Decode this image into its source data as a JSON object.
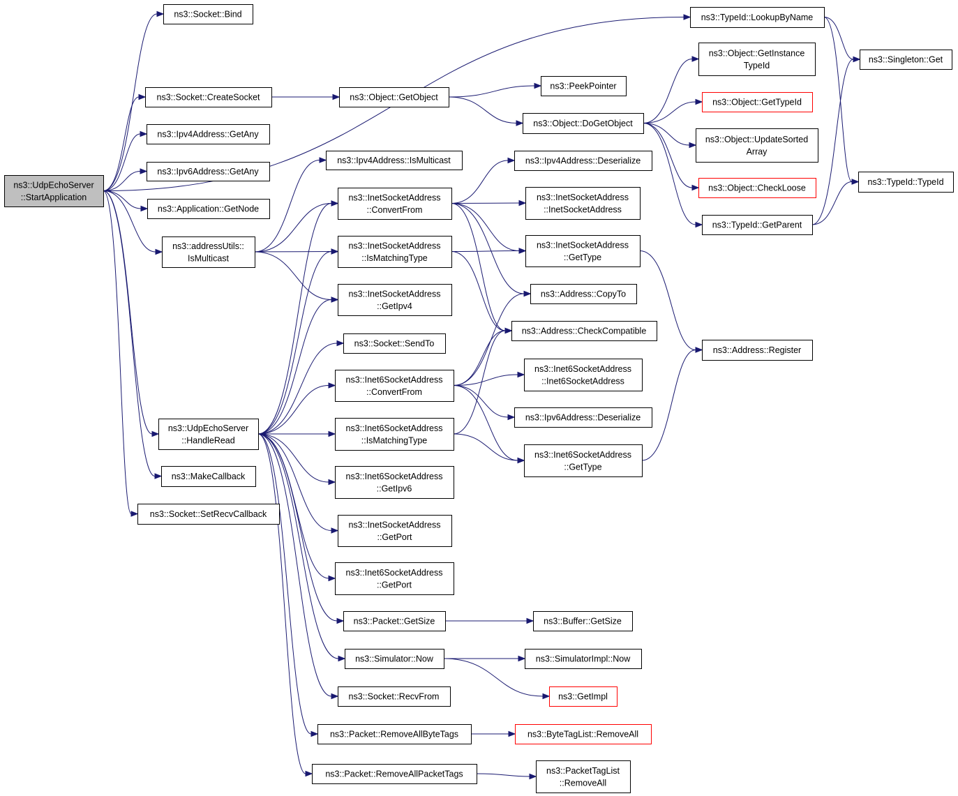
{
  "graph": {
    "colors": {
      "edge": "#191970",
      "root_fill": "#bfbfbf",
      "truncated_border": "#ff0000",
      "node_border": "#000000"
    },
    "nodes": [
      {
        "id": "root",
        "lines": [
          "ns3::UdpEchoServer",
          "::StartApplication"
        ],
        "root": true
      },
      {
        "id": "bind",
        "lines": [
          "ns3::Socket::Bind"
        ]
      },
      {
        "id": "lookup",
        "lines": [
          "ns3::TypeId::LookupByName"
        ]
      },
      {
        "id": "createsocket",
        "lines": [
          "ns3::Socket::CreateSocket"
        ]
      },
      {
        "id": "getobject",
        "lines": [
          "ns3::Object::GetObject"
        ]
      },
      {
        "id": "peekpointer",
        "lines": [
          "ns3::PeekPointer"
        ]
      },
      {
        "id": "dogetobject",
        "lines": [
          "ns3::Object::DoGetObject"
        ]
      },
      {
        "id": "getinstancetypeid",
        "lines": [
          "ns3::Object::GetInstance",
          "TypeId"
        ]
      },
      {
        "id": "objgettypeid",
        "lines": [
          "ns3::Object::GetTypeId"
        ],
        "truncated": true
      },
      {
        "id": "updatesorted",
        "lines": [
          "ns3::Object::UpdateSorted",
          "Array"
        ]
      },
      {
        "id": "checkloose",
        "lines": [
          "ns3::Object::CheckLoose"
        ],
        "truncated": true
      },
      {
        "id": "getparent",
        "lines": [
          "ns3::TypeId::GetParent"
        ]
      },
      {
        "id": "singletonget",
        "lines": [
          "ns3::Singleton::Get"
        ]
      },
      {
        "id": "typeidtypeid",
        "lines": [
          "ns3::TypeId::TypeId"
        ]
      },
      {
        "id": "ipv4getany",
        "lines": [
          "ns3::Ipv4Address::GetAny"
        ]
      },
      {
        "id": "ipv6getany",
        "lines": [
          "ns3::Ipv6Address::GetAny"
        ]
      },
      {
        "id": "appgetnode",
        "lines": [
          "ns3::Application::GetNode"
        ]
      },
      {
        "id": "addrismulticast",
        "lines": [
          "ns3::addressUtils::",
          "IsMulticast"
        ]
      },
      {
        "id": "ipv4ismulticast",
        "lines": [
          "ns3::Ipv4Address::IsMulticast"
        ]
      },
      {
        "id": "inetconvertfrom",
        "lines": [
          "ns3::InetSocketAddress",
          "::ConvertFrom"
        ]
      },
      {
        "id": "inetismatching",
        "lines": [
          "ns3::InetSocketAddress",
          "::IsMatchingType"
        ]
      },
      {
        "id": "inetgetipv4",
        "lines": [
          "ns3::InetSocketAddress",
          "::GetIpv4"
        ]
      },
      {
        "id": "sendto",
        "lines": [
          "ns3::Socket::SendTo"
        ]
      },
      {
        "id": "inet6convertfrom",
        "lines": [
          "ns3::Inet6SocketAddress",
          "::ConvertFrom"
        ]
      },
      {
        "id": "inet6ismatching",
        "lines": [
          "ns3::Inet6SocketAddress",
          "::IsMatchingType"
        ]
      },
      {
        "id": "inet6getipv6",
        "lines": [
          "ns3::Inet6SocketAddress",
          "::GetIpv6"
        ]
      },
      {
        "id": "inetgetport",
        "lines": [
          "ns3::InetSocketAddress",
          "::GetPort"
        ]
      },
      {
        "id": "inet6getport",
        "lines": [
          "ns3::Inet6SocketAddress",
          "::GetPort"
        ]
      },
      {
        "id": "packetgetsize",
        "lines": [
          "ns3::Packet::GetSize"
        ]
      },
      {
        "id": "simnow",
        "lines": [
          "ns3::Simulator::Now"
        ]
      },
      {
        "id": "recvfrom",
        "lines": [
          "ns3::Socket::RecvFrom"
        ]
      },
      {
        "id": "removebytetags",
        "lines": [
          "ns3::Packet::RemoveAllByteTags"
        ]
      },
      {
        "id": "removepackettags",
        "lines": [
          "ns3::Packet::RemoveAllPacketTags"
        ]
      },
      {
        "id": "handleread",
        "lines": [
          "ns3::UdpEchoServer",
          "::HandleRead"
        ]
      },
      {
        "id": "makecallback",
        "lines": [
          "ns3::MakeCallback"
        ]
      },
      {
        "id": "setrecvcallback",
        "lines": [
          "ns3::Socket::SetRecvCallback"
        ]
      },
      {
        "id": "ipv4deserialize",
        "lines": [
          "ns3::Ipv4Address::Deserialize"
        ]
      },
      {
        "id": "inetinet",
        "lines": [
          "ns3::InetSocketAddress",
          "::InetSocketAddress"
        ]
      },
      {
        "id": "inetgettype",
        "lines": [
          "ns3::InetSocketAddress",
          "::GetType"
        ]
      },
      {
        "id": "copyto",
        "lines": [
          "ns3::Address::CopyTo"
        ]
      },
      {
        "id": "checkcompatible",
        "lines": [
          "ns3::Address::CheckCompatible"
        ]
      },
      {
        "id": "inet6inet6",
        "lines": [
          "ns3::Inet6SocketAddress",
          "::Inet6SocketAddress"
        ]
      },
      {
        "id": "ipv6deserialize",
        "lines": [
          "ns3::Ipv6Address::Deserialize"
        ]
      },
      {
        "id": "inet6gettype",
        "lines": [
          "ns3::Inet6SocketAddress",
          "::GetType"
        ]
      },
      {
        "id": "register",
        "lines": [
          "ns3::Address::Register"
        ]
      },
      {
        "id": "buffergetsize",
        "lines": [
          "ns3::Buffer::GetSize"
        ]
      },
      {
        "id": "simimplnow",
        "lines": [
          "ns3::SimulatorImpl::Now"
        ]
      },
      {
        "id": "getimpl",
        "lines": [
          "ns3::GetImpl"
        ],
        "truncated": true
      },
      {
        "id": "bytetaglistremove",
        "lines": [
          "ns3::ByteTagList::RemoveAll"
        ],
        "truncated": true
      },
      {
        "id": "packettaglistremove",
        "lines": [
          "ns3::PacketTagList",
          "::RemoveAll"
        ]
      }
    ],
    "edges": [
      [
        "root",
        "bind"
      ],
      [
        "root",
        "lookup"
      ],
      [
        "root",
        "createsocket"
      ],
      [
        "root",
        "ipv4getany"
      ],
      [
        "root",
        "ipv6getany"
      ],
      [
        "root",
        "appgetnode"
      ],
      [
        "root",
        "addrismulticast"
      ],
      [
        "root",
        "handleread"
      ],
      [
        "root",
        "makecallback"
      ],
      [
        "root",
        "setrecvcallback"
      ],
      [
        "createsocket",
        "getobject"
      ],
      [
        "getobject",
        "peekpointer"
      ],
      [
        "getobject",
        "dogetobject"
      ],
      [
        "dogetobject",
        "getinstancetypeid"
      ],
      [
        "dogetobject",
        "objgettypeid"
      ],
      [
        "dogetobject",
        "updatesorted"
      ],
      [
        "dogetobject",
        "checkloose"
      ],
      [
        "dogetobject",
        "getparent"
      ],
      [
        "lookup",
        "singletonget"
      ],
      [
        "lookup",
        "typeidtypeid"
      ],
      [
        "getparent",
        "singletonget"
      ],
      [
        "getparent",
        "typeidtypeid"
      ],
      [
        "addrismulticast",
        "ipv4ismulticast"
      ],
      [
        "addrismulticast",
        "inetconvertfrom"
      ],
      [
        "addrismulticast",
        "inetismatching"
      ],
      [
        "addrismulticast",
        "inetgetipv4"
      ],
      [
        "inetconvertfrom",
        "ipv4deserialize"
      ],
      [
        "inetconvertfrom",
        "inetinet"
      ],
      [
        "inetconvertfrom",
        "inetgettype"
      ],
      [
        "inetconvertfrom",
        "copyto"
      ],
      [
        "inetconvertfrom",
        "checkcompatible"
      ],
      [
        "inetismatching",
        "inetgettype"
      ],
      [
        "inetismatching",
        "checkcompatible"
      ],
      [
        "inetgettype",
        "register"
      ],
      [
        "inet6convertfrom",
        "copyto"
      ],
      [
        "inet6convertfrom",
        "checkcompatible"
      ],
      [
        "inet6convertfrom",
        "inet6inet6"
      ],
      [
        "inet6convertfrom",
        "ipv6deserialize"
      ],
      [
        "inet6convertfrom",
        "inet6gettype"
      ],
      [
        "inet6ismatching",
        "checkcompatible"
      ],
      [
        "inet6ismatching",
        "inet6gettype"
      ],
      [
        "inet6gettype",
        "register"
      ],
      [
        "handleread",
        "inetconvertfrom"
      ],
      [
        "handleread",
        "inetismatching"
      ],
      [
        "handleread",
        "inetgetipv4"
      ],
      [
        "handleread",
        "sendto"
      ],
      [
        "handleread",
        "inet6convertfrom"
      ],
      [
        "handleread",
        "inet6ismatching"
      ],
      [
        "handleread",
        "inet6getipv6"
      ],
      [
        "handleread",
        "inetgetport"
      ],
      [
        "handleread",
        "inet6getport"
      ],
      [
        "handleread",
        "packetgetsize"
      ],
      [
        "handleread",
        "simnow"
      ],
      [
        "handleread",
        "recvfrom"
      ],
      [
        "handleread",
        "removebytetags"
      ],
      [
        "handleread",
        "removepackettags"
      ],
      [
        "packetgetsize",
        "buffergetsize"
      ],
      [
        "simnow",
        "simimplnow"
      ],
      [
        "simnow",
        "getimpl"
      ],
      [
        "removebytetags",
        "bytetaglistremove"
      ],
      [
        "removepackettags",
        "packettaglistremove"
      ]
    ]
  }
}
